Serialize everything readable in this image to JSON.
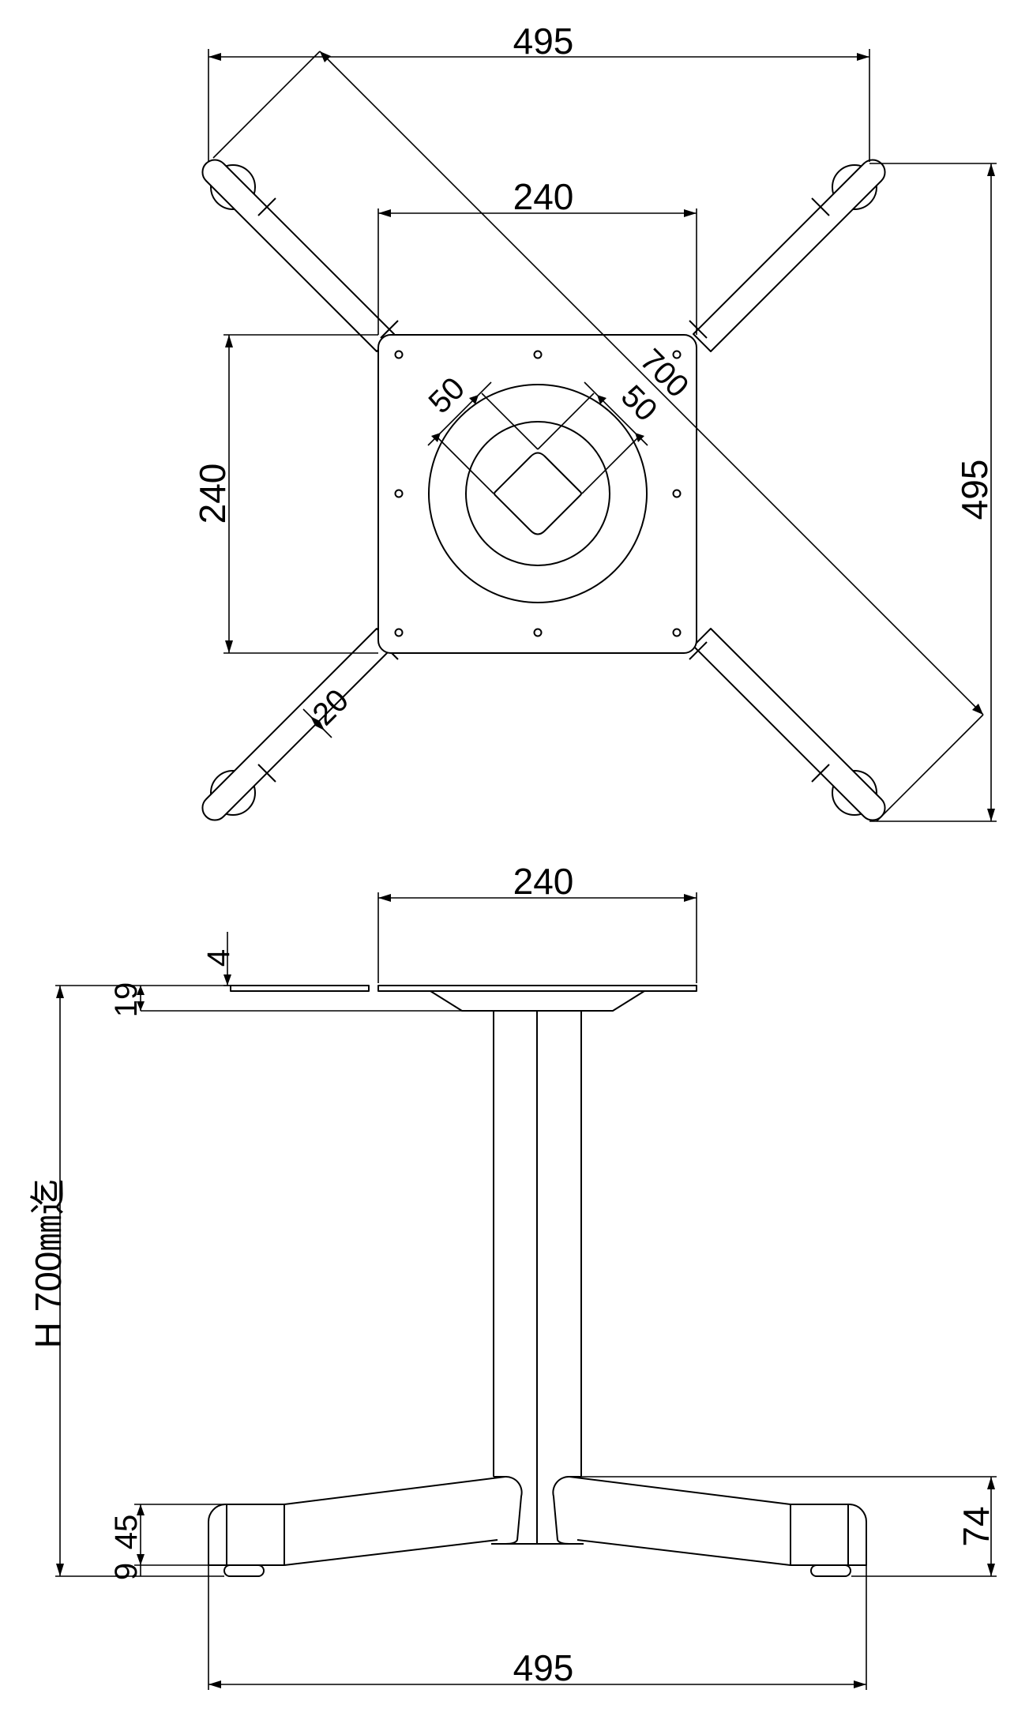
{
  "drawing": {
    "plan_view": {
      "width_label": "495",
      "plate_width_label": "240",
      "plate_height_label": "240",
      "height_label": "495",
      "diagonal_label": "700",
      "square_left_label": "50",
      "square_right_label": "50",
      "leg_width_label": "20"
    },
    "elevation_view": {
      "plate_width_label": "240",
      "plate_thickness_label": "4",
      "flange_height_label": "19",
      "total_height_label": "H 700㎜迄",
      "foot_height_label": "45",
      "glide_height_label": "9",
      "leg_height_label": "74",
      "base_width_label": "495"
    },
    "colors": {
      "stroke": "#000000",
      "background": "#ffffff"
    }
  }
}
